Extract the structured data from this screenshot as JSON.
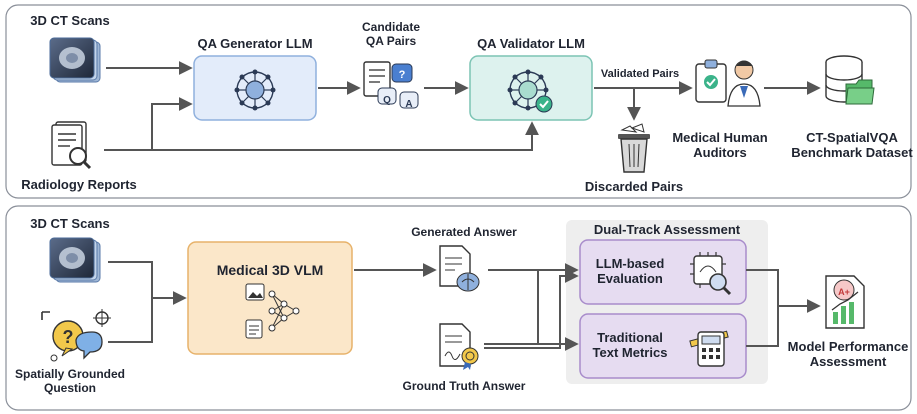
{
  "top": {
    "ct_scans": "3D CT Scans",
    "radiology_reports": "Radiology Reports",
    "qa_generator": "QA Generator LLM",
    "candidate_qa": "Candidate\nQA Pairs",
    "qa_validator": "QA Validator LLM",
    "validated_pairs": "Validated Pairs",
    "discarded_pairs": "Discarded Pairs",
    "auditors": "Medical Human\nAuditors",
    "dataset": "CT-SpatialVQA\nBenchmark Dataset",
    "qa_chip_q": "Q",
    "qa_chip_a": "A",
    "qa_chip_mark": "?"
  },
  "bottom": {
    "ct_scans": "3D CT Scans",
    "question": "Spatially Grounded\nQuestion",
    "vlm": "Medical 3D VLM",
    "generated_answer": "Generated Answer",
    "ground_truth": "Ground Truth Answer",
    "assessment_title": "Dual-Track Assessment",
    "llm_eval": "LLM-based\nEvaluation",
    "text_metrics": "Traditional\nText Metrics",
    "model_perf": "Model Performance\nAssessment",
    "grade": "A+"
  },
  "colors": {
    "generator_fill": "#e3ecfa",
    "generator_stroke": "#8fb0dd",
    "validator_fill": "#ddf2ee",
    "validator_stroke": "#7cc4b4",
    "vlm_fill": "#fbe7c9",
    "vlm_stroke": "#e7b26a",
    "assess_fill": "#e6dcf1",
    "assess_stroke": "#a88ccb",
    "panel_bg": "#eeeeee",
    "arrow": "#555555",
    "accent_green": "#3bb38a",
    "accent_red": "#e25a5a"
  }
}
